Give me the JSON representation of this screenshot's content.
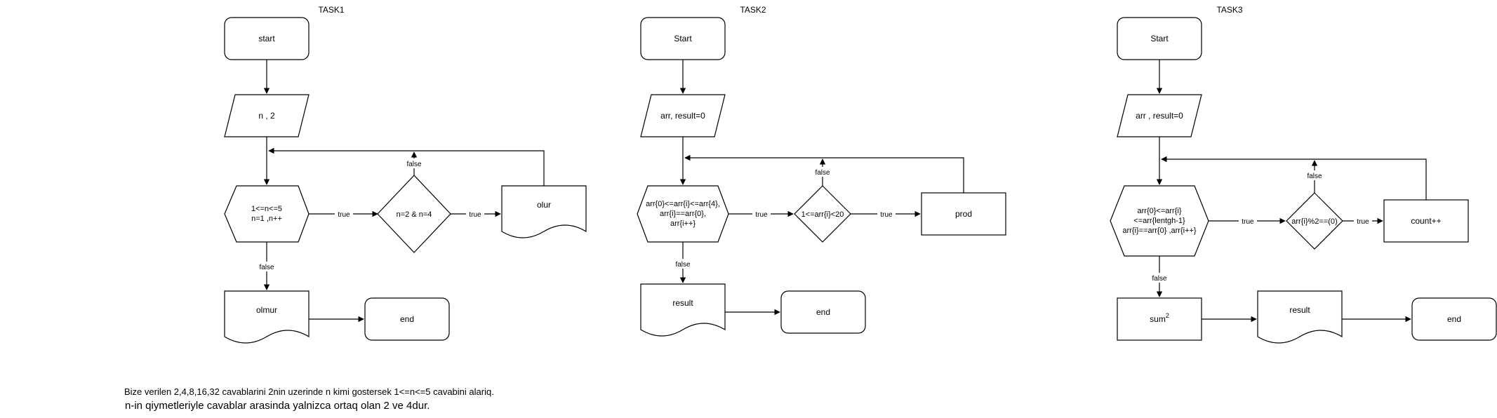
{
  "tasks": [
    {
      "title": "TASK1",
      "start": "start",
      "input": "n , 2",
      "loop": [
        "1<=n<=5",
        "n=1 ,n++"
      ],
      "condition": "n=2 & n=4",
      "doc_true": "olur",
      "doc_false": "olmur",
      "end": "end",
      "true_label": "true",
      "false_label": "false"
    },
    {
      "title": "TASK2",
      "start": "Start",
      "input": "arr, result=0",
      "loop": [
        "arr{0}<=arr{i}<=arr{4},",
        "arr{i}==arr{0},",
        "arr{i++}"
      ],
      "condition": "1<=arr{i}<20",
      "process": "prod",
      "doc": "result",
      "end": "end",
      "true_label": "true",
      "false_label": "false"
    },
    {
      "title": "TASK3",
      "start": "Start",
      "input": "arr , result=0",
      "loop": [
        "arr{0}<=arr{i}",
        "<=arr{lentgh-1}",
        "arr{i}==arr{0} ,arr{i++}"
      ],
      "condition": "arr{i}%2==(0)",
      "process": "count++",
      "sum_base": "sum",
      "sum_exp": "2",
      "doc": "result",
      "end": "end",
      "true_label": "true",
      "false_label": "false"
    }
  ],
  "notes": {
    "line1": "Bize verilen 2,4,8,16,32 cavablarini 2nin uzerinde n kimi gostersek 1<=n<=5 cavabini alariq.",
    "line2": " n-in qiymetleriyle cavablar arasinda yalnizca ortaq olan 2 ve 4dur."
  }
}
